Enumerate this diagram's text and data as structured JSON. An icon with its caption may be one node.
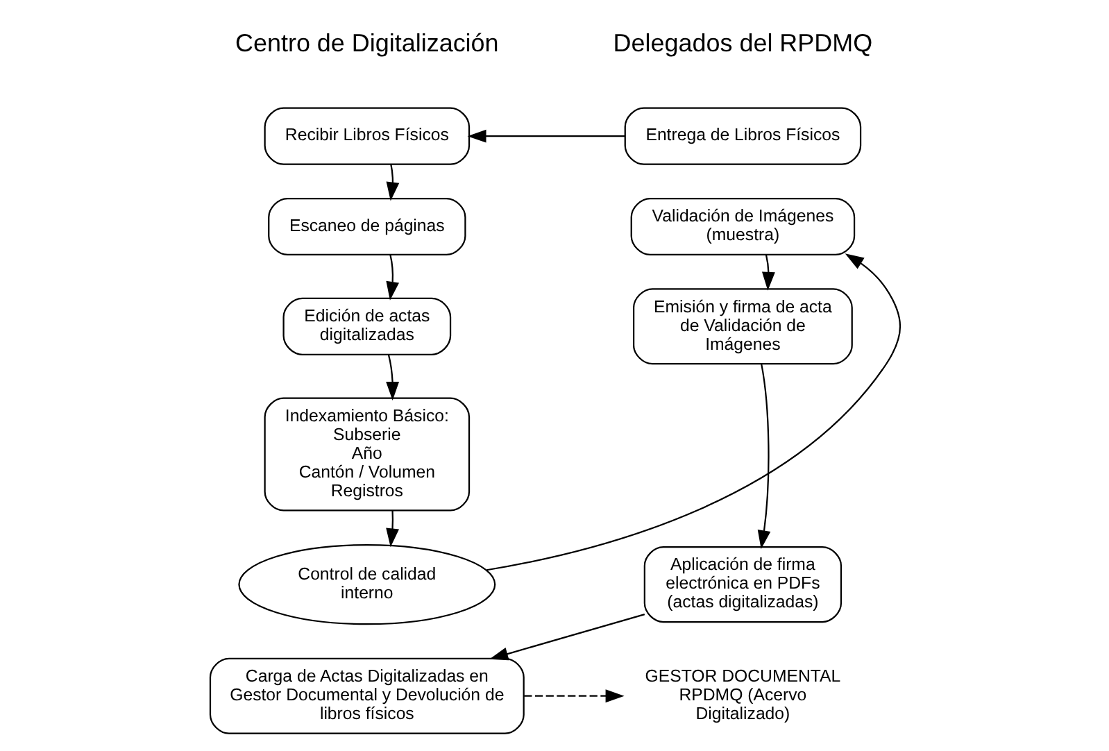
{
  "diagram": {
    "nodes": [
      {
        "text": [
          "Entrega de Libros Físicos"
        ]
      },
      {
        "text": [
          "Validación de Imágenes (muestra)"
        ]
      },
      {
        "text": [
          "Emisión y firma de acta de Validación de Imágenes"
        ]
      },
      {
        "text": [
          "Aplicación de firma electrónica en PDFs (actas digitalizadas)"
        ]
      },
      {
        "text": [
          "GESTOR DOCUMENTAL RPDMQ (Acervo Digitalizado)"
        ]
      },
      {
        "text": [
          "Recibir Libros Físicos"
        ]
      },
      {
        "text": [
          "Escaneo de páginas"
        ]
      },
      {
        "text": [
          "Edición de actas digitalizadas"
        ]
      },
      {
        "text": [
          "Indexamiento Básico:",
          "Subserie",
          "Año",
          "Cantón / Volumen",
          "Registros"
        ]
      },
      {
        "text": [
          "Control de calidad interno"
        ]
      },
      {
        "text": [
          "Carga de Actas Digitalizadas en Gestor Documental y Devolución de libros físicos"
        ]
      }
    ],
    "edges": [
      {
        "from": 0,
        "to": 5,
        "arrow": "to"
      },
      {
        "from": 5,
        "to": 6,
        "arrow": "to"
      },
      {
        "from": 6,
        "to": 7,
        "arrow": "to"
      },
      {
        "from": 7,
        "to": 8,
        "arrow": "to"
      },
      {
        "from": 8,
        "to": 9,
        "arrow": "to"
      },
      {
        "from": 9,
        "to": 1,
        "arrow": "to"
      },
      {
        "from": 1,
        "to": 2,
        "arrow": "to"
      },
      {
        "from": 2,
        "to": 3,
        "arrow": "to"
      },
      {
        "from": 3,
        "to": 10,
        "arrow": "to"
      },
      {
        "from": 10,
        "to": 4,
        "arrow": "to",
        "style": "dashed"
      }
    ],
    "labels": [
      "Delegados del RPDMQ",
      "Centro de Digitalización"
    ]
  }
}
